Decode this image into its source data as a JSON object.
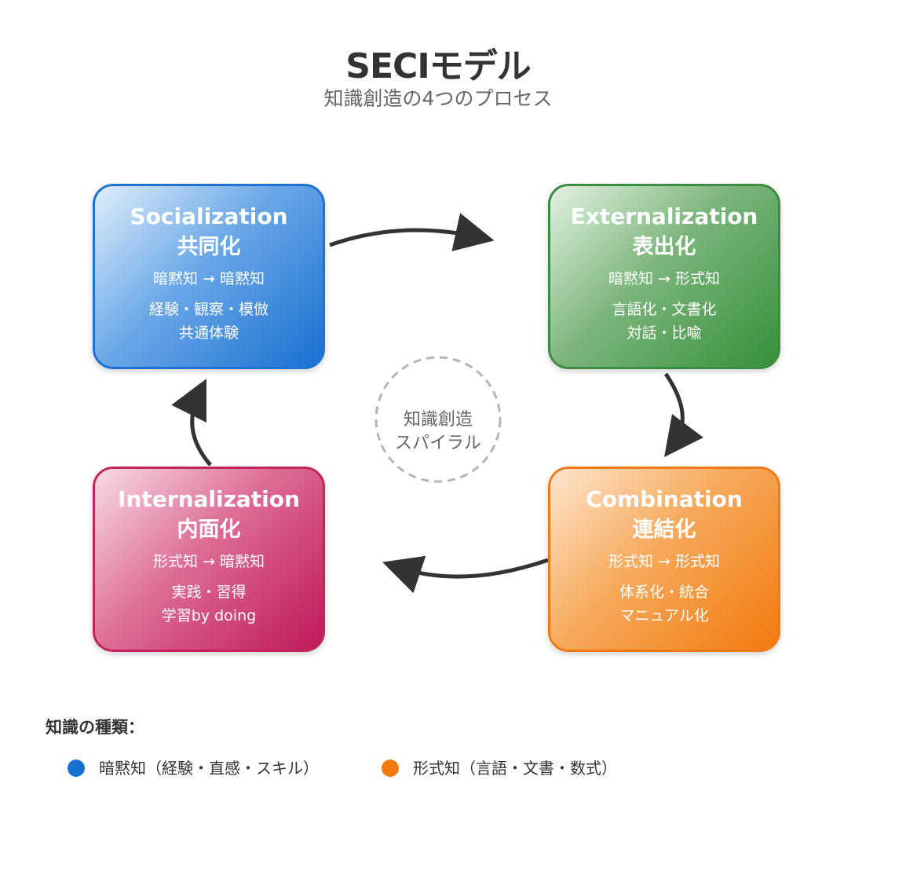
{
  "title": "SECIモデル",
  "subtitle": "知識創造の4つのプロセス",
  "center_label_line1": "知識創造",
  "center_label_line2": "スパイラル",
  "processes": {
    "socialization": {
      "en": "Socialization",
      "ja": "共同化",
      "flow": "暗黙知 → 暗黙知",
      "desc1": "経験・観察・模倣",
      "desc2": "共通体験",
      "color": "#1a70d2"
    },
    "externalization": {
      "en": "Externalization",
      "ja": "表出化",
      "flow": "暗黙知 → 形式知",
      "desc1": "言語化・文書化",
      "desc2": "対話・比喩",
      "color": "#36913b"
    },
    "internalization": {
      "en": "Internalization",
      "ja": "内面化",
      "flow": "形式知 → 暗黙知",
      "desc1": "実践・習得",
      "desc2": "学習by doing",
      "color": "#c0185a"
    },
    "combination": {
      "en": "Combination",
      "ja": "連結化",
      "flow": "形式知 → 形式知",
      "desc1": "体系化・統合",
      "desc2": "マニュアル化",
      "color": "#f27a0f"
    }
  },
  "legend": {
    "title": "知識の種類：",
    "tacit": {
      "label": "暗黙知（経験・直感・スキル）",
      "color": "#1a70d2"
    },
    "explicit": {
      "label": "形式知（言語・文書・数式）",
      "color": "#f27a0f"
    }
  }
}
